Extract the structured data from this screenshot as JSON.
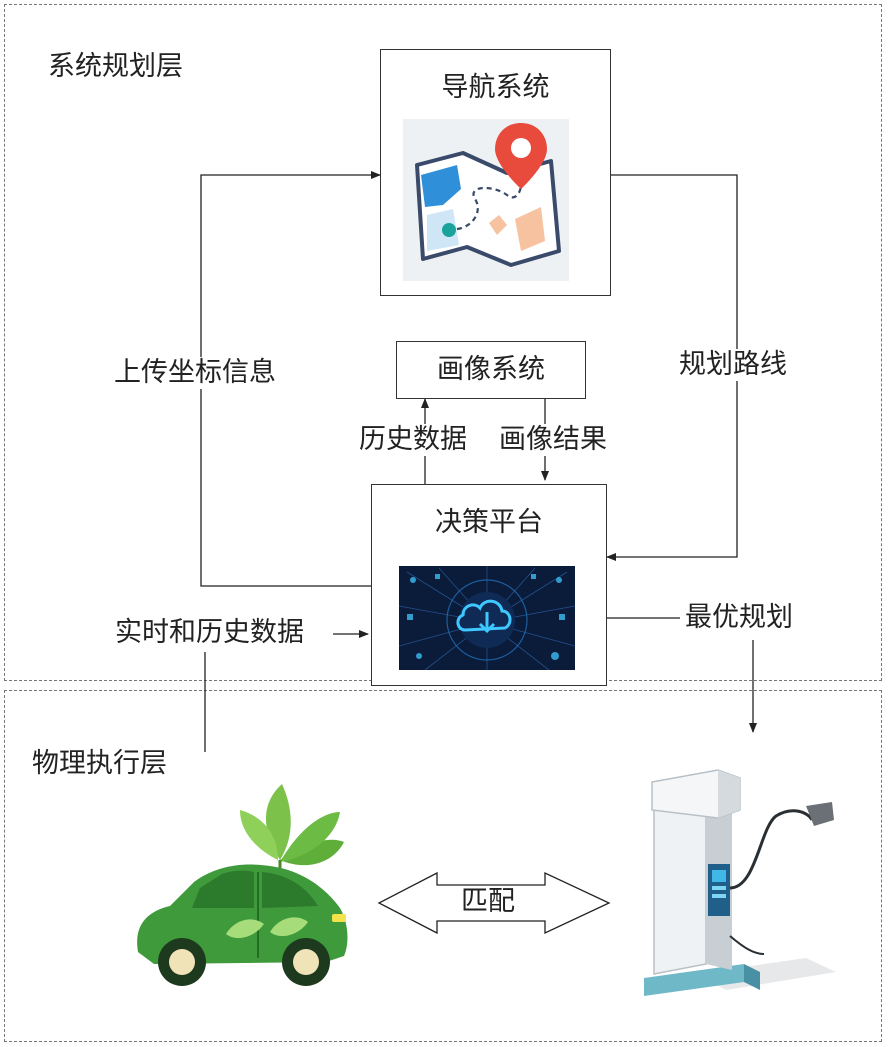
{
  "layers": {
    "system": {
      "label": "系统规划层"
    },
    "physical": {
      "label": "物理执行层"
    }
  },
  "nodes": {
    "navigation": {
      "label": "导航系统",
      "icon": "map-pin-icon"
    },
    "image": {
      "label": "画像系统"
    },
    "decision": {
      "label": "决策平台",
      "icon": "cloud-download-icon"
    },
    "vehicle": {
      "icon": "green-electric-car-icon"
    },
    "charger": {
      "icon": "charging-station-icon"
    }
  },
  "edges": {
    "upload": "上传坐标信息",
    "plan_route": "规划路线",
    "history": "历史数据",
    "image_result": "画像结果",
    "realtime": "实时和历史数据",
    "optimal": "最优规划",
    "match": "匹配"
  },
  "colors": {
    "map_blue": "#2f8fd8",
    "pin_red": "#e84a3c",
    "car_green": "#3e9a3a",
    "leaf_green": "#7cc24a",
    "platform_dark": "#0b1b3a",
    "glow_cyan": "#3fc8ff"
  }
}
